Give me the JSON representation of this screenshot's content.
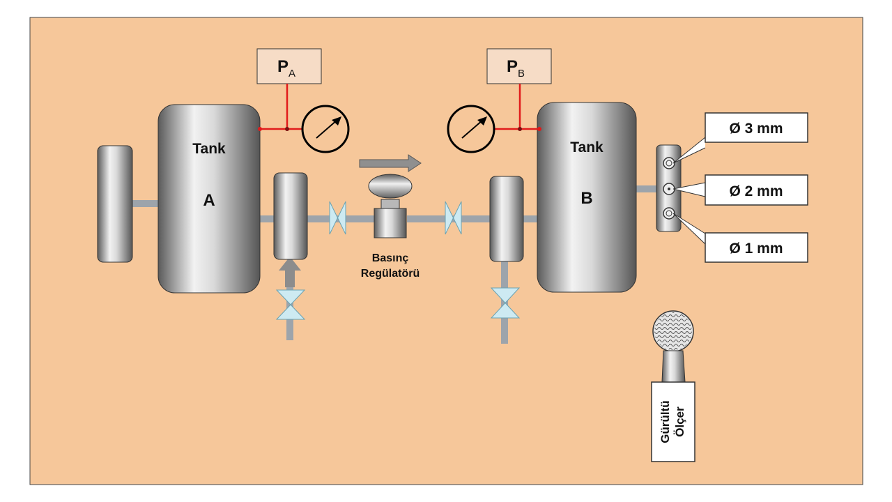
{
  "colors": {
    "panel_background": "#F6C79A",
    "page_background": "#FFFFFF",
    "pipe": "#9DA4AB",
    "signal_line": "#E11B1B",
    "valve": "#CDEAF2",
    "label_box": "#F6DCC6"
  },
  "pressure_a": {
    "symbol": "P",
    "subscript": "A"
  },
  "pressure_b": {
    "symbol": "P",
    "subscript": "B"
  },
  "tank_a": {
    "title": "Tank",
    "letter": "A"
  },
  "tank_b": {
    "title": "Tank",
    "letter": "B"
  },
  "regulator": {
    "line1": "Basınç",
    "line2": "Regülatörü"
  },
  "orifices": [
    "Ø 3 mm",
    "Ø 2 mm",
    "Ø 1 mm"
  ],
  "noise_meter": {
    "line1": "Gürültü",
    "line2": "Ölçer"
  },
  "icons": {
    "gauge": "pressure-gauge-icon",
    "valve": "gate-valve-icon",
    "flow": "flow-arrow-icon",
    "microphone": "microphone-icon"
  }
}
